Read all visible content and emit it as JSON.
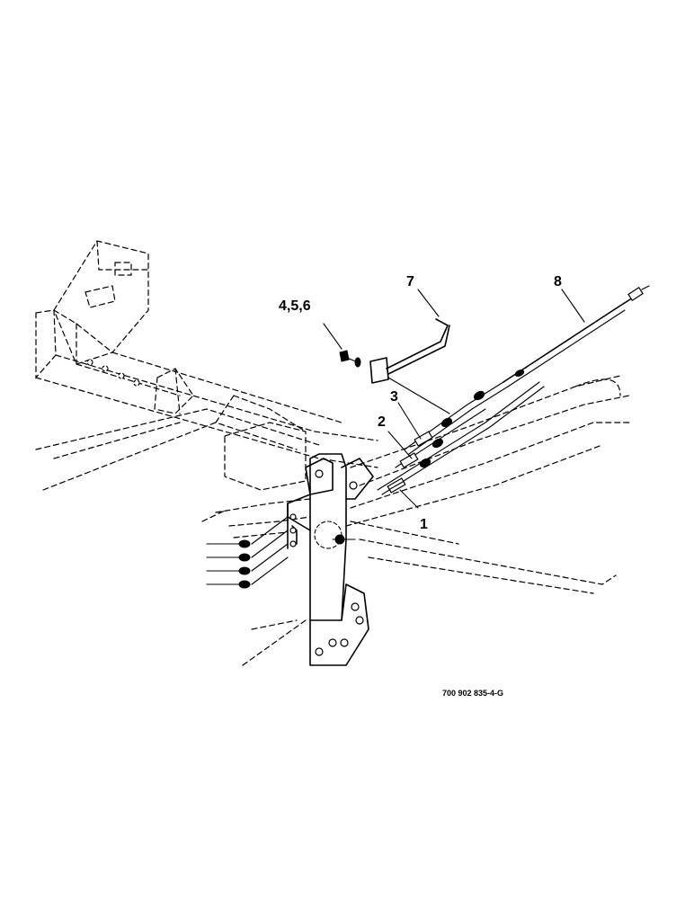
{
  "callouts": {
    "c1": "1",
    "c2": "2",
    "c3": "3",
    "c456": "4,5,6",
    "c7": "7",
    "c8": "8"
  },
  "part_number": "700 902 835-4-G"
}
